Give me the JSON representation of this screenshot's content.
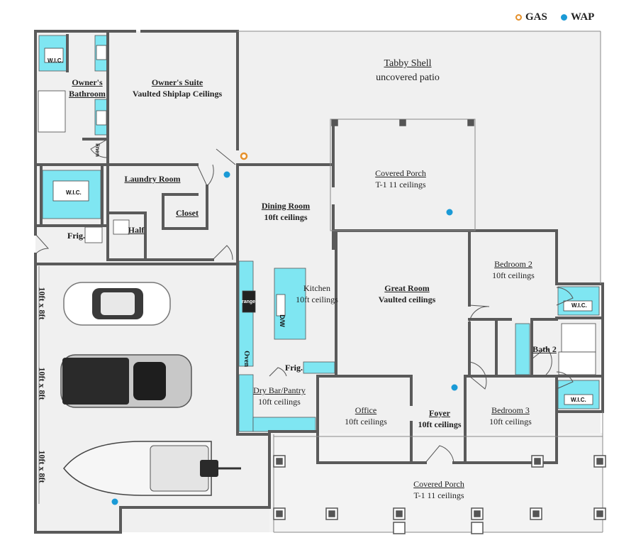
{
  "legend": {
    "gas_label": "GAS",
    "wap_label": "WAP",
    "gas_color": "#e5902a",
    "wap_color": "#1a9ad6"
  },
  "colors": {
    "wall": "#5a5a5a",
    "floor": "#f0f0f0",
    "cabinet": "#7fe6f2"
  },
  "rooms": {
    "tabby_shell": {
      "name": "Tabby Shell",
      "desc": "uncovered patio"
    },
    "owners_suite": {
      "name": "Owner's Suite",
      "desc": "Vaulted Shiplap Ceilings"
    },
    "owners_bath": {
      "name": "Owner's",
      "name2": "Bathroom"
    },
    "laundry": {
      "name": "Laundry Room"
    },
    "closet": {
      "name": "Closet"
    },
    "half": {
      "name": "Half"
    },
    "dining": {
      "name": "Dining Room",
      "desc": "10ft ceilings"
    },
    "kitchen": {
      "name": "Kitchen",
      "desc": "10ft ceilings"
    },
    "great": {
      "name": "Great Room",
      "desc": "Vaulted ceilings"
    },
    "covered_porch_rear": {
      "name": "Covered Porch",
      "desc": "T-1 11 ceilings"
    },
    "bedroom2": {
      "name": "Bedroom 2",
      "desc": "10ft ceilings"
    },
    "bath2": {
      "name": "Bath 2"
    },
    "bedroom3": {
      "name": "Bedroom 3",
      "desc": "10ft ceilings"
    },
    "foyer": {
      "name": "Foyer",
      "desc": "10ft ceilings"
    },
    "office": {
      "name": "Office",
      "desc": "10ft ceilings"
    },
    "pantry": {
      "name": "Dry Bar/Pantry",
      "desc": "10ft ceilings"
    },
    "covered_porch_front": {
      "name": "Covered Porch",
      "desc": "T-1 11 ceilings"
    }
  },
  "fixtures": {
    "wic_1": "W.I.C.",
    "wic_2": "W.I.C.",
    "wic_3": "W.I.C.",
    "wic_4": "W.I.C.",
    "linen": "linen",
    "range": "range",
    "dw": "D/W",
    "oven": "Oven",
    "frig_kitchen": "Frig.",
    "frig_garage": "Frig."
  },
  "garage": {
    "bay1": "10ft x 8ft",
    "bay2": "10ft x 8ft",
    "bay3": "10ft x 8ft"
  }
}
